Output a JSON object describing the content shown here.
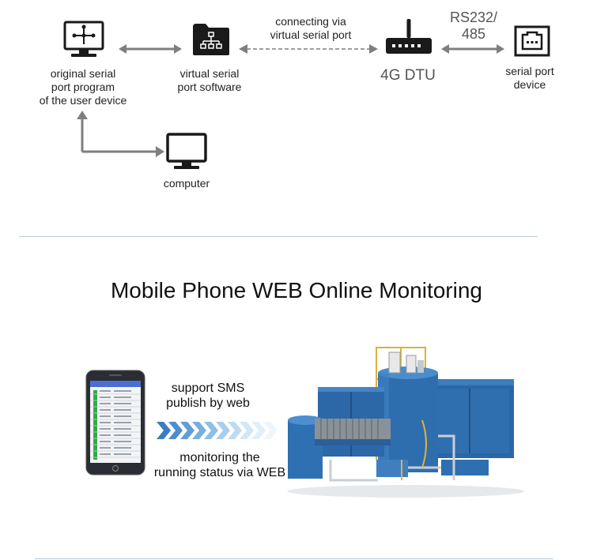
{
  "top_diagram": {
    "user_program_label": [
      "original serial",
      "port program",
      "of the user device"
    ],
    "virtual_software_label": [
      "virtual serial",
      "port software"
    ],
    "connection_label": [
      "connecting via",
      "virtual serial port"
    ],
    "dtu_label": "4G DTU",
    "rs_label": [
      "RS232/",
      "485"
    ],
    "serial_device_label": [
      "serial port",
      "device"
    ],
    "computer_label": "computer"
  },
  "bottom": {
    "title": "Mobile Phone WEB Online Monitoring",
    "support_text": [
      "support SMS",
      "publish by web"
    ],
    "monitor_text": [
      "monitoring the",
      "running status via WEB"
    ]
  },
  "colors": {
    "icon_dark": "#1a1a1a",
    "arrow_gray": "#7f7f7f",
    "rule": "#b9cfd8",
    "chevron_blue": "#4a86c8",
    "equipment_blue": "#2f6fb0",
    "phone_green": "#33aa44"
  }
}
